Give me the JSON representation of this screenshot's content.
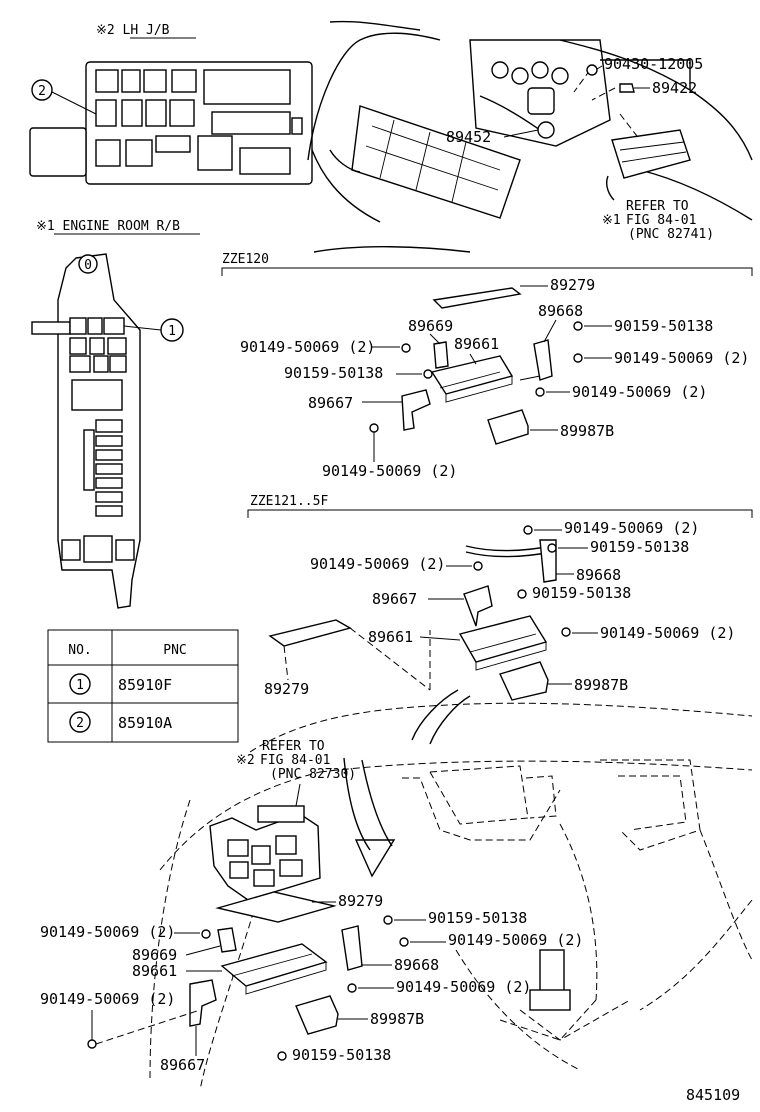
{
  "notes": {
    "lh_jb": "※2 LH J/B",
    "engine_rb": "※1 ENGINE ROOM R/B",
    "refer1": [
      "REFER TO",
      "FIG 84-01",
      "(PNC 82741)"
    ],
    "refer1_mark": "※1",
    "refer2": [
      "REFER TO",
      "FIG 84-01",
      "(PNC 82730)"
    ],
    "refer2_mark": "※2"
  },
  "sections": {
    "zze120": "ZZE120",
    "zze121": "ZZE121..5F"
  },
  "table": {
    "headers": [
      "NO.",
      "PNC"
    ],
    "rows": [
      {
        "no": "1",
        "pnc": "85910F"
      },
      {
        "no": "2",
        "pnc": "85910A"
      }
    ]
  },
  "callouts": {
    "c0": "0",
    "c1": "1",
    "c2": "2"
  },
  "parts": {
    "p90430": "90430-12005",
    "p89422": "89422",
    "p89452": "89452",
    "s1_89279": "89279",
    "s1_89668": "89668",
    "s1_90159a": "90159-50138",
    "s1_89669": "89669",
    "s1_90149a": "90149-50069 (2)",
    "s1_89661": "89661",
    "s1_90149b": "90149-50069 (2)",
    "s1_90159b": "90159-50138",
    "s1_89667": "89667",
    "s1_90149c": "90149-50069 (2)",
    "s1_89987b": "89987B",
    "s1_90149d": "90149-50069 (2)",
    "s2_90149a": "90149-50069 (2)",
    "s2_90159a": "90159-50138",
    "s2_90149b": "90149-50069 (2)",
    "s2_89668": "89668",
    "s2_89667": "89667",
    "s2_90159b": "90159-50138",
    "s2_89661": "89661",
    "s2_90149c": "90149-50069 (2)",
    "s2_89279": "89279",
    "s2_89987b": "89987B",
    "s3_89279": "89279",
    "s3_90159a": "90159-50138",
    "s3_90149a": "90149-50069 (2)",
    "s3_90149b": "90149-50069 (2)",
    "s3_89669": "89669",
    "s3_89668": "89668",
    "s3_89661": "89661",
    "s3_90149c": "90149-50069 (2)",
    "s3_90149d": "90149-50069 (2)",
    "s3_89987b": "89987B",
    "s3_90159b": "90159-50138",
    "s3_89667": "89667"
  },
  "figure_no": "845109"
}
